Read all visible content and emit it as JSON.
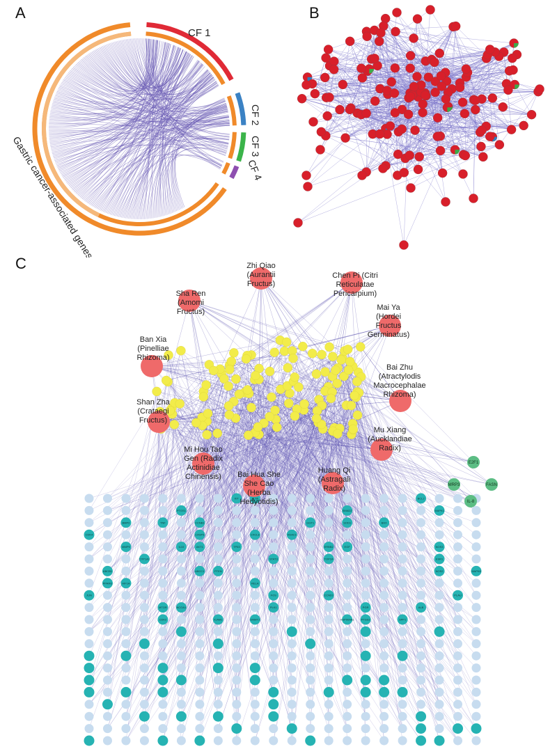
{
  "panels": {
    "a": "A",
    "b": "B",
    "c": "C"
  },
  "chord": {
    "segments": [
      {
        "label": "CF 1",
        "color": "#e02a36"
      },
      {
        "label": "CF 2",
        "color": "#3b82c4"
      },
      {
        "label": "CF 3",
        "color": "#3bb44a"
      },
      {
        "label": "CF 4",
        "color": "#8e4fb0"
      }
    ],
    "main_label": "Gastric cancer-associated genes",
    "main_color": "#f08a2a",
    "inner_color": "#f5b87a",
    "ribbon_color": "#6a5bb5"
  },
  "network": {
    "node_color": "#d81f2a",
    "alt_colors": [
      "#2f7fc1",
      "#3bab4a"
    ],
    "edge_color": "#7b75c9"
  },
  "herb_network": {
    "herbs": [
      {
        "lines": [
          "Zhi Qiao",
          "(Aurantii",
          "Fructus)"
        ]
      },
      {
        "lines": [
          "Chen Pi (Citri",
          "Reticulatae",
          "Pericarpium)"
        ]
      },
      {
        "lines": [
          "Sha Ren",
          "(Amomi",
          "Fructus)"
        ]
      },
      {
        "lines": [
          "Mai Ya",
          "(Hordei",
          "Fructus",
          "Germinatus)"
        ]
      },
      {
        "lines": [
          "Ban Xia",
          "(Pinelliae",
          "Rhizoma)"
        ]
      },
      {
        "lines": [
          "Bai Zhu",
          "(Atractylodis",
          "Macrocephalae",
          "Rhizoma)"
        ]
      },
      {
        "lines": [
          "Shan Zha",
          "(Crataegi",
          "Fructus)"
        ]
      },
      {
        "lines": [
          "Mu Xiang",
          "(Aucklandiae",
          "Radix)"
        ]
      },
      {
        "lines": [
          "Mi Hou Tao",
          "Gen (Radix",
          "Actinidiae",
          "Chinensis)"
        ]
      },
      {
        "lines": [
          "Bai Hua She",
          "She Cao",
          "(Herba",
          "Hedyotidis)"
        ]
      },
      {
        "lines": [
          "Huang Qi",
          "(Astragali",
          "Radix)"
        ]
      }
    ],
    "tf_nodes": [
      "E2F1",
      "MRP3",
      "FASN",
      "IL-8"
    ],
    "target_genes": [
      "KIT",
      "PLTA",
      "BCL2",
      "PTGS1",
      "SMAD2",
      "MAPK1",
      "BMP2",
      "TNF",
      "CCNB1",
      "GGT1",
      "SOD1",
      "BAX",
      "CDK4",
      "CASP3",
      "CXCL8",
      "HDAC1",
      "MMP9",
      "IL10",
      "AKT1",
      "TP53",
      "ERBB2",
      "EGF",
      "NOS3",
      "CYP1A1",
      "STAT3",
      "TOP2A",
      "ESR1",
      "ABCB1",
      "ABCC1",
      "PTEN",
      "NOS2",
      "MAPK8",
      "PPARG",
      "HIF1A",
      "RELA",
      "JUN",
      "FOS",
      "CCND1",
      "PLAU",
      "MTOR",
      "NCOA1",
      "PLK1",
      "PGR",
      "ALB",
      "CDK2",
      "ICAM1",
      "DNMT1",
      "HSP90AA1",
      "PTGS2",
      "SPP1"
    ],
    "colors": {
      "herb": "#ef6a6a",
      "compound": "#f2ec4a",
      "target_dark": "#26b3b3",
      "target_light": "#c7dcef",
      "tf": "#5cbd84",
      "edge": "#5a52b0"
    }
  }
}
